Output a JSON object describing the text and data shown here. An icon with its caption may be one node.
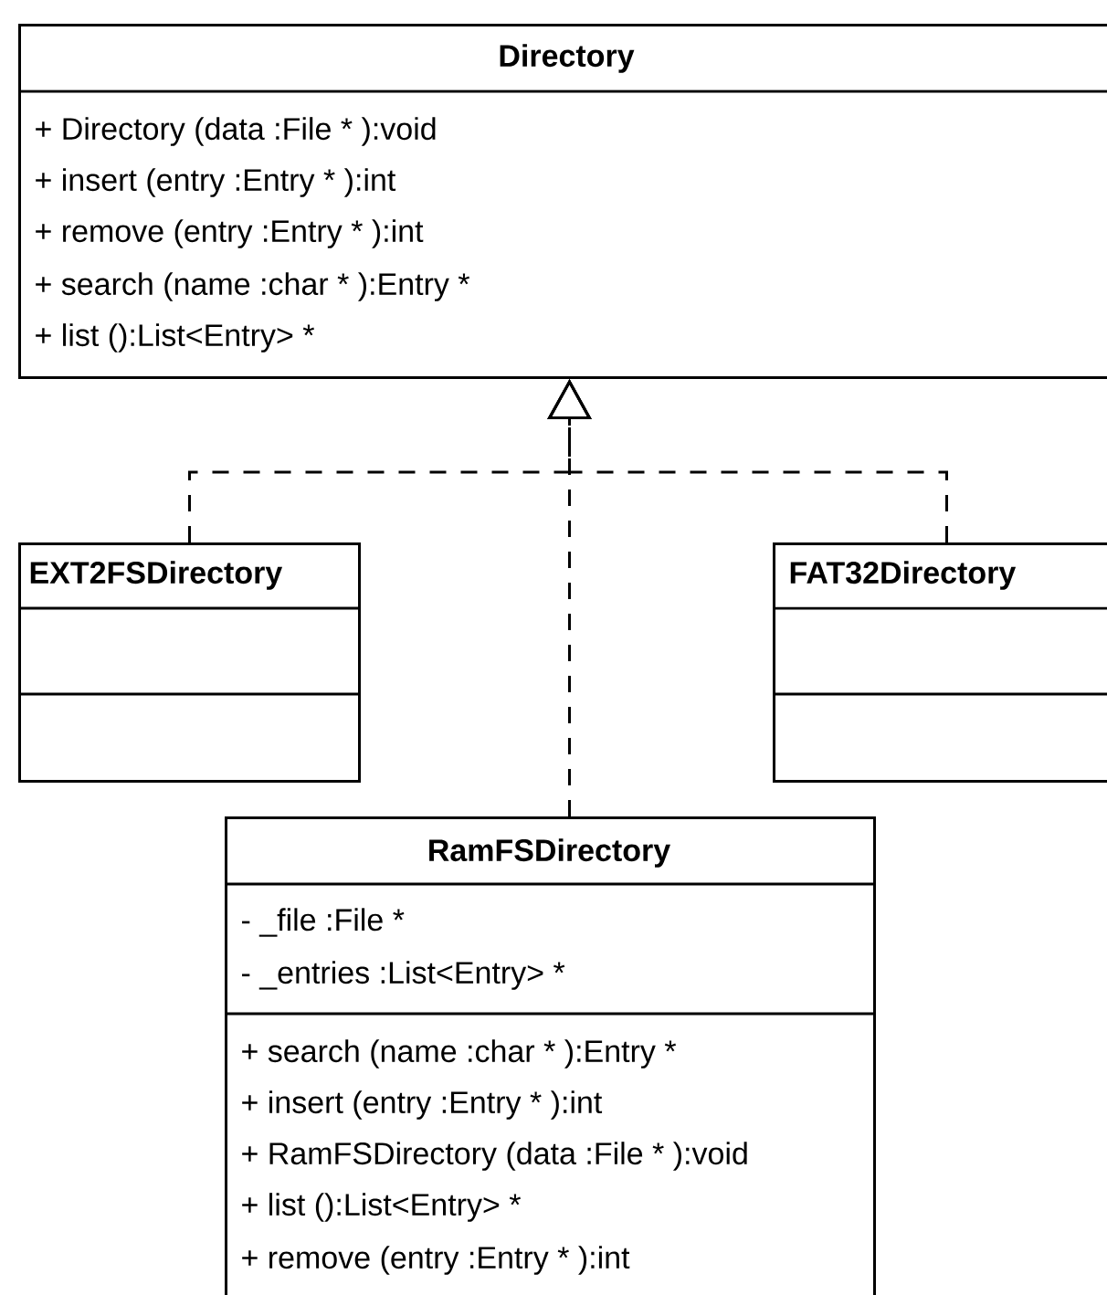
{
  "diagram": {
    "nodes": [
      {
        "text": [
          "Directory",
          "+ Directory (data :File * ):void",
          "+ insert (entry :Entry * ):int",
          "+ remove (entry :Entry * ):int",
          "+ search (name :char * ):Entry *",
          "+ list ():List<Entry> *"
        ]
      },
      {
        "text": [
          "EXT2FSDirectory"
        ]
      },
      {
        "text": [
          "FAT32Directory"
        ]
      },
      {
        "text": [
          "RamFSDirectory",
          "- _file :File *",
          "- _entries :List<Entry> *",
          "+ search (name :char * ):Entry *",
          "+ insert (entry :Entry * ):int",
          "+ RamFSDirectory (data :File * ):void",
          "+ list ():List<Entry> *",
          "+ remove (entry :Entry * ):int"
        ]
      }
    ],
    "edges": [
      {
        "from": 1,
        "to": 0,
        "arrow": "to",
        "style": "dashed"
      },
      {
        "from": 3,
        "to": 0,
        "arrow": "to",
        "style": "dashed"
      },
      {
        "from": 2,
        "to": 0,
        "arrow": "to",
        "style": "dashed"
      }
    ]
  }
}
